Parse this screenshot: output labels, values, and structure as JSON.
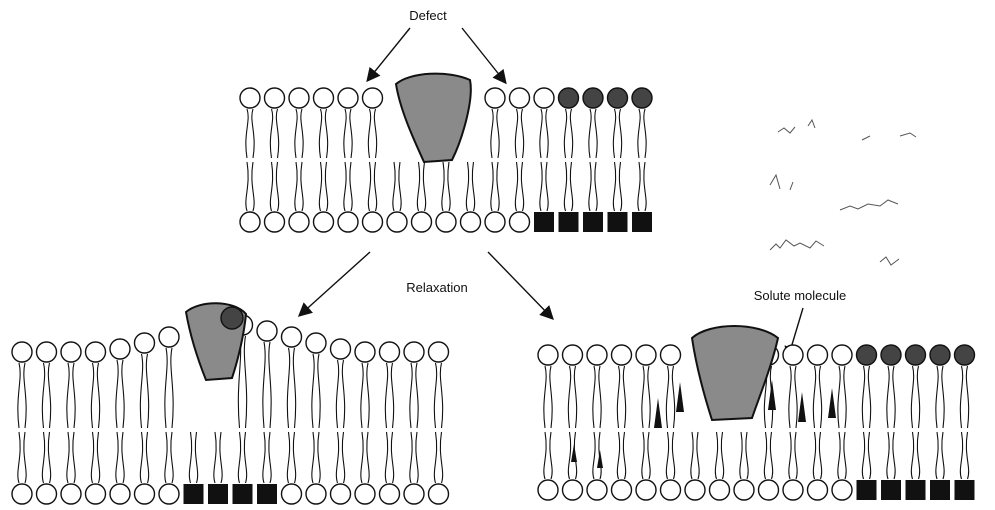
{
  "labels": {
    "defect": "Defect",
    "relaxation": "Relaxation",
    "solute_molecule": "Solute molecule"
  }
}
